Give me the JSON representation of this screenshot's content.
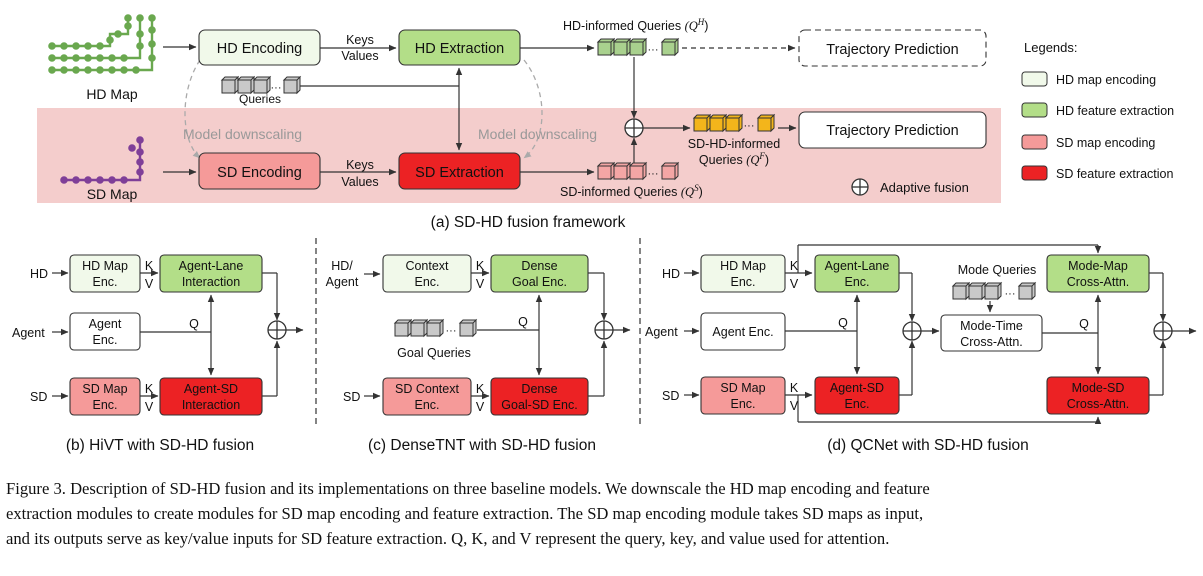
{
  "colors": {
    "hd_enc": "#f1f9ea",
    "hd_ext": "#b3de88",
    "sd_enc": "#f59a99",
    "sd_ext": "#ec2224",
    "sd_band": "#f4cdcc",
    "query_green": "#a9d18e",
    "query_orange": "#f3b51b",
    "query_red": "#f4a6a5",
    "query_gray": "#c9c9c9"
  },
  "panel_a": {
    "hd_map_label": "HD Map",
    "sd_map_label": "SD Map",
    "hd_encoding": "HD Encoding",
    "hd_extraction": "HD Extraction",
    "sd_encoding": "SD Encoding",
    "sd_extraction": "SD Extraction",
    "keys": "Keys",
    "values": "Values",
    "queries": "Queries",
    "model_downscaling_left": "Model downscaling",
    "model_downscaling_right": "Model downscaling",
    "hd_informed_queries": "HD-informed Queries",
    "hd_informed_sym": "(Q",
    "hd_informed_sup": "H",
    "sd_informed_queries": "SD-informed Queries",
    "sd_informed_sym": "(Q",
    "sd_informed_sup": "S",
    "sdhd_informed_line1": "SD-HD-informed",
    "sdhd_informed_line2": "Queries",
    "sdhd_informed_sym": "(Q",
    "sdhd_informed_sup": "F",
    "trajectory_prediction_dashed": "Trajectory Prediction",
    "trajectory_prediction": "Trajectory Prediction",
    "adaptive_fusion": "Adaptive fusion",
    "dots": "···",
    "caption": "(a) SD-HD fusion framework"
  },
  "legend": {
    "title": "Legends:",
    "items": [
      "HD map encoding",
      "HD feature extraction",
      "SD map encoding",
      "SD feature extraction"
    ]
  },
  "panel_b": {
    "hd": "HD",
    "agent": "Agent",
    "sd": "SD",
    "hd_map_enc": [
      "HD Map",
      "Enc."
    ],
    "agent_enc": [
      "Agent",
      "Enc."
    ],
    "sd_map_enc": [
      "SD Map",
      "Enc."
    ],
    "agent_lane": [
      "Agent-Lane",
      "Interaction"
    ],
    "agent_sd": [
      "Agent-SD",
      "Interaction"
    ],
    "k": "K",
    "v": "V",
    "q": "Q",
    "caption": "(b) HiVT with SD-HD fusion"
  },
  "panel_c": {
    "hd_agent": [
      "HD/",
      "Agent"
    ],
    "sd": "SD",
    "context_enc": [
      "Context",
      "Enc."
    ],
    "sd_context_enc": [
      "SD Context",
      "Enc."
    ],
    "dense_goal": [
      "Dense",
      "Goal Enc."
    ],
    "dense_goal_sd": [
      "Dense",
      "Goal-SD Enc."
    ],
    "goal_queries": "Goal Queries",
    "k": "K",
    "v": "V",
    "q": "Q",
    "caption": "(c) DenseTNT with SD-HD fusion"
  },
  "panel_d": {
    "hd": "HD",
    "agent": "Agent",
    "sd": "SD",
    "hd_map_enc": [
      "HD Map",
      "Enc."
    ],
    "agent_enc": "Agent Enc.",
    "sd_map_enc": [
      "SD Map",
      "Enc."
    ],
    "agent_lane": [
      "Agent-Lane",
      "Enc."
    ],
    "agent_sd": [
      "Agent-SD",
      "Enc."
    ],
    "mode_queries": "Mode Queries",
    "mode_time": [
      "Mode-Time",
      "Cross-Attn."
    ],
    "mode_map": [
      "Mode-Map",
      "Cross-Attn."
    ],
    "mode_sd": [
      "Mode-SD",
      "Cross-Attn."
    ],
    "k": "K",
    "v": "V",
    "q": "Q",
    "caption": "(d) QCNet with SD-HD fusion"
  },
  "caption": {
    "line1": "Figure 3. Description of SD-HD fusion and its implementations on three baseline models. We downscale the HD map encoding and feature",
    "line2": "extraction modules to create modules for SD map encoding and feature extraction. The SD map encoding module takes SD maps as input,",
    "line3": "and its outputs serve as key/value inputs for SD feature extraction. Q, K, and V represent the query, key, and value used for attention."
  }
}
